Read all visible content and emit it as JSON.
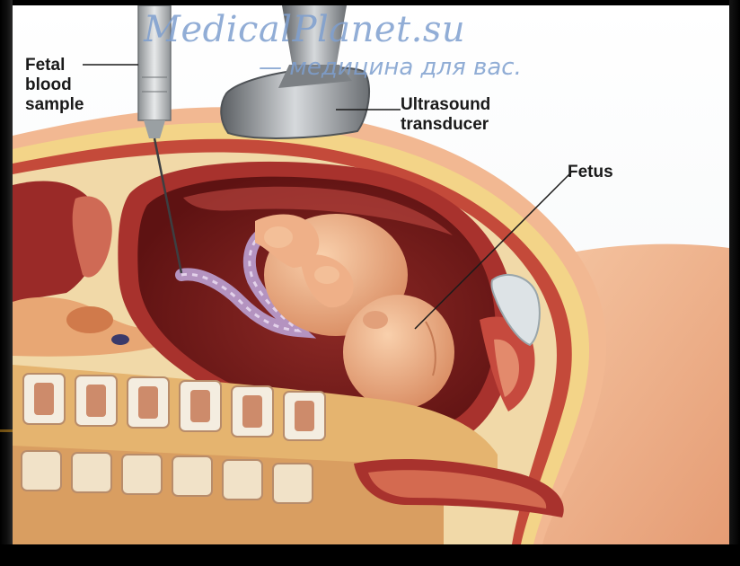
{
  "watermark": {
    "site": "MedicalPlanet.su",
    "tagline": "— медицина для вас."
  },
  "labels": {
    "fetal_blood_sample": [
      "Fetal",
      "blood",
      "sample"
    ],
    "ultrasound_transducer": [
      "Ultrasound",
      "transducer"
    ],
    "fetus": "Fetus"
  },
  "colors": {
    "background": "#000000",
    "sky": "#d6e6ee",
    "skin": "#f2b892",
    "fat_layer": "#f3d488",
    "muscle": "#b8342c",
    "uterus_wall": "#a8322d",
    "amniotic_cavity": "#7a1a1a",
    "fetus_skin": "#f0b48a",
    "umbilical_cord": "#b493c0",
    "vertebrae": "#f4ede0",
    "vertebra_marrow": "#cd8b6b",
    "watermark": "#7e9fcf",
    "accent_gold": "#d9a441"
  },
  "icons": {
    "needle": "syringe-needle-icon",
    "probe": "ultrasound-probe-icon"
  }
}
